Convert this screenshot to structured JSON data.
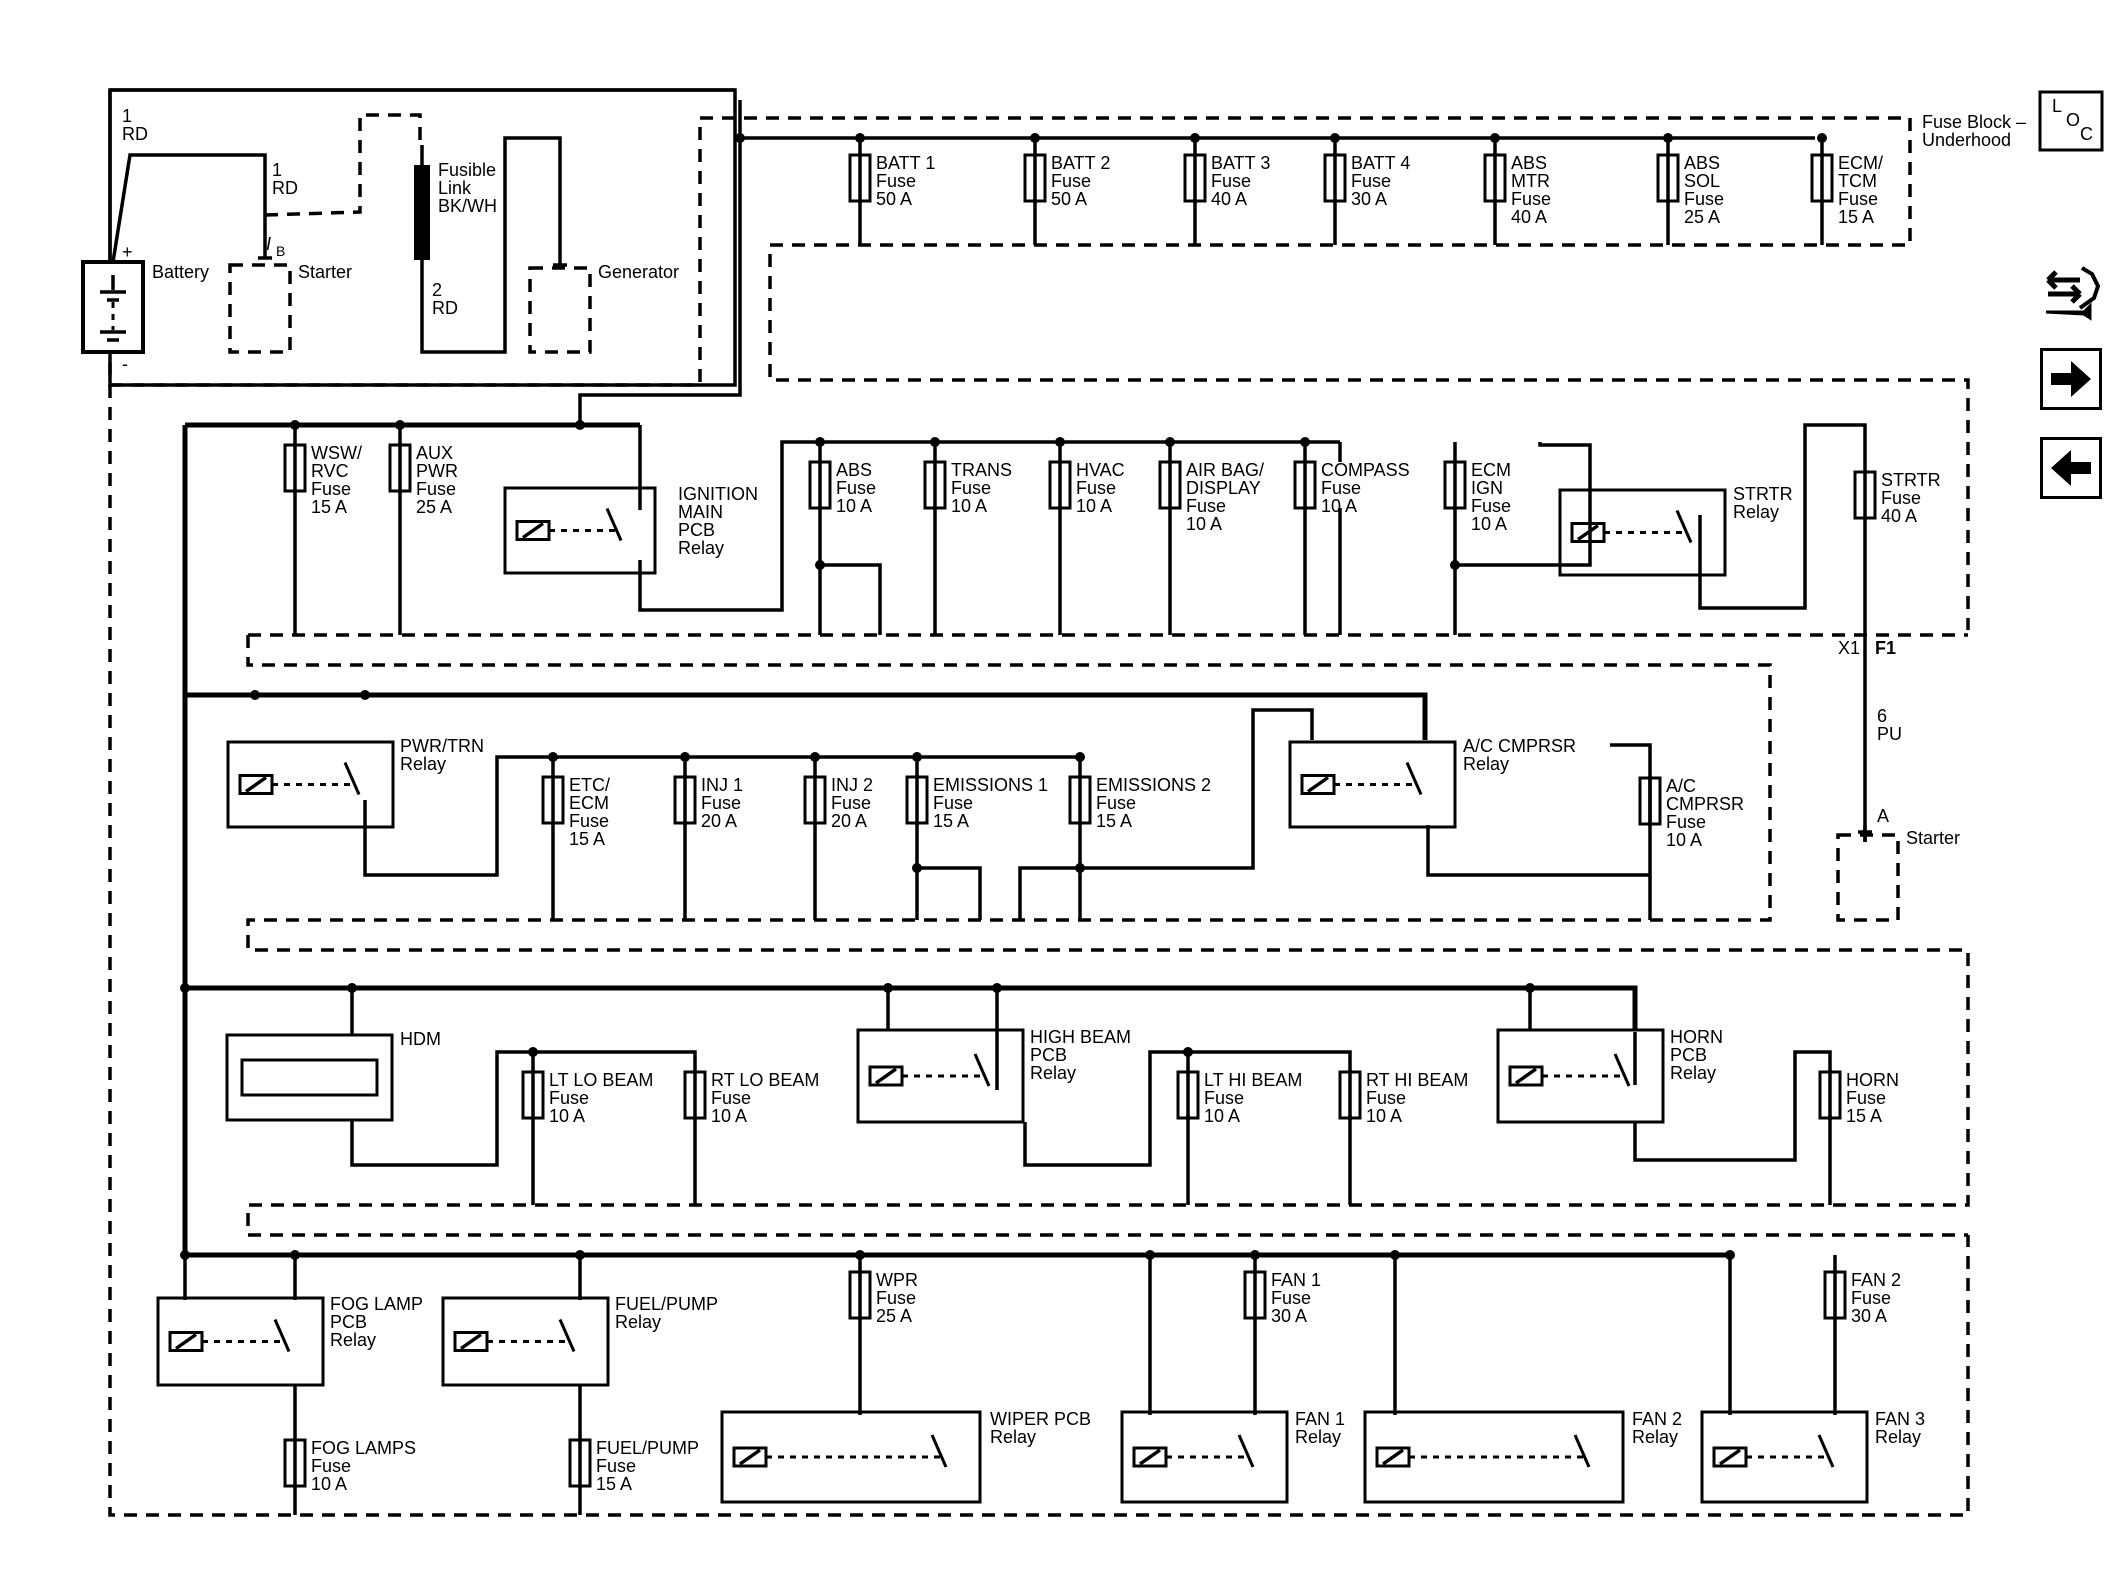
{
  "top": {
    "battery_wire": {
      "num": "1",
      "color": "RD"
    },
    "starter_wire": {
      "num": "1",
      "color": "RD"
    },
    "starter_pin": "I",
    "starter_pin_sub": "B",
    "battery": "Battery",
    "battery_plus": "+",
    "battery_minus": "-",
    "starter": "Starter",
    "fusible": [
      "Fusible",
      "Link",
      "BK/WH"
    ],
    "fusible_wire": {
      "num": "2",
      "color": "RD"
    },
    "generator": "Generator",
    "fuse_block": [
      "Fuse Block –",
      "Underhood"
    ],
    "loc": [
      "L",
      "O",
      "C"
    ]
  },
  "upper_fuses": [
    {
      "lines": [
        "BATT 1",
        "Fuse",
        "50 A"
      ]
    },
    {
      "lines": [
        "BATT 2",
        "Fuse",
        "50 A"
      ]
    },
    {
      "lines": [
        "BATT 3",
        "Fuse",
        "40 A"
      ]
    },
    {
      "lines": [
        "BATT 4",
        "Fuse",
        "30 A"
      ]
    },
    {
      "lines": [
        "ABS",
        "MTR",
        "Fuse",
        "40 A"
      ]
    },
    {
      "lines": [
        "ABS",
        "SOL",
        "Fuse",
        "25 A"
      ]
    },
    {
      "lines": [
        "ECM/",
        "TCM",
        "Fuse",
        "15 A"
      ]
    }
  ],
  "row1": {
    "fuses": [
      {
        "lines": [
          "WSW/",
          "RVC",
          "Fuse",
          "15 A"
        ]
      },
      {
        "lines": [
          "AUX",
          "PWR",
          "Fuse",
          "25 A"
        ]
      },
      {
        "lines": [
          "ABS",
          "Fuse",
          "10 A"
        ]
      },
      {
        "lines": [
          "TRANS",
          "Fuse",
          "10 A"
        ]
      },
      {
        "lines": [
          "HVAC",
          "Fuse",
          "10 A"
        ]
      },
      {
        "lines": [
          "AIR BAG/",
          "DISPLAY",
          "Fuse",
          "10 A"
        ]
      },
      {
        "lines": [
          "COMPASS",
          "Fuse",
          "10 A"
        ]
      },
      {
        "lines": [
          "ECM",
          "IGN",
          "Fuse",
          "10 A"
        ]
      },
      {
        "lines": [
          "STRTR",
          "Fuse",
          "40 A"
        ]
      }
    ],
    "relays": [
      {
        "lines": [
          "IGNITION",
          "MAIN",
          "PCB",
          "Relay"
        ]
      },
      {
        "lines": [
          "STRTR",
          "Relay"
        ]
      }
    ],
    "connector": {
      "x1": "X1",
      "f1": "F1"
    },
    "starter_wire": {
      "num": "6",
      "color": "PU"
    },
    "starter_pin": "A",
    "starter": "Starter"
  },
  "row2": {
    "fuses": [
      {
        "lines": [
          "ETC/",
          "ECM",
          "Fuse",
          "15 A"
        ]
      },
      {
        "lines": [
          "INJ 1",
          "Fuse",
          "20 A"
        ]
      },
      {
        "lines": [
          "INJ 2",
          "Fuse",
          "20 A"
        ]
      },
      {
        "lines": [
          "EMISSIONS 1",
          "Fuse",
          "15 A"
        ]
      },
      {
        "lines": [
          "EMISSIONS 2",
          "Fuse",
          "15 A"
        ]
      },
      {
        "lines": [
          "A/C",
          "CMPRSR",
          "Fuse",
          "10 A"
        ]
      }
    ],
    "relays": [
      {
        "lines": [
          "PWR/TRN",
          "Relay"
        ]
      },
      {
        "lines": [
          "A/C CMPRSR",
          "Relay"
        ]
      }
    ]
  },
  "row3": {
    "hdm": "HDM",
    "fuses": [
      {
        "lines": [
          "LT LO BEAM",
          "Fuse",
          "10 A"
        ]
      },
      {
        "lines": [
          "RT LO BEAM",
          "Fuse",
          "10 A"
        ]
      },
      {
        "lines": [
          "LT HI BEAM",
          "Fuse",
          "10 A"
        ]
      },
      {
        "lines": [
          "RT HI BEAM",
          "Fuse",
          "10 A"
        ]
      },
      {
        "lines": [
          "HORN",
          "Fuse",
          "15 A"
        ]
      }
    ],
    "relays": [
      {
        "lines": [
          "HIGH BEAM",
          "PCB",
          "Relay"
        ]
      },
      {
        "lines": [
          "HORN",
          "PCB",
          "Relay"
        ]
      }
    ]
  },
  "row4": {
    "fuses": [
      {
        "lines": [
          "WPR",
          "Fuse",
          "25 A"
        ]
      },
      {
        "lines": [
          "FAN 1",
          "Fuse",
          "30 A"
        ]
      },
      {
        "lines": [
          "FAN 2",
          "Fuse",
          "30 A"
        ]
      },
      {
        "lines": [
          "FOG LAMPS",
          "Fuse",
          "10 A"
        ]
      },
      {
        "lines": [
          "FUEL/PUMP",
          "Fuse",
          "15 A"
        ]
      }
    ],
    "relays": [
      {
        "lines": [
          "FOG LAMP",
          "PCB",
          "Relay"
        ]
      },
      {
        "lines": [
          "FUEL/PUMP",
          "Relay"
        ]
      },
      {
        "lines": [
          "WIPER PCB",
          "Relay"
        ]
      },
      {
        "lines": [
          "FAN 1",
          "Relay"
        ]
      },
      {
        "lines": [
          "FAN 2",
          "Relay"
        ]
      },
      {
        "lines": [
          "FAN 3",
          "Relay"
        ]
      }
    ]
  },
  "nav": {
    "icons": [
      "tools-icon",
      "arrow-right-icon",
      "arrow-left-icon"
    ]
  }
}
